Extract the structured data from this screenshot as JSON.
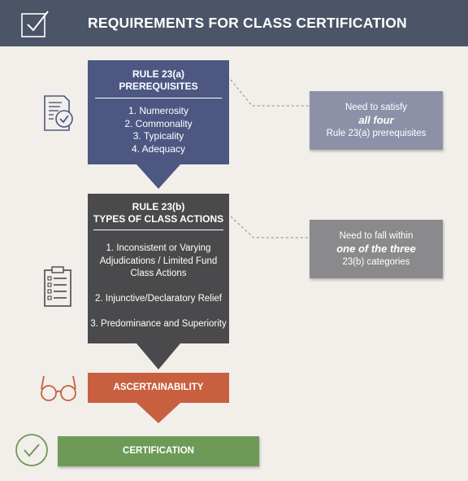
{
  "header": {
    "title": "REQUIREMENTS FOR CLASS CERTIFICATION",
    "icon": "checkbox-icon"
  },
  "rule_a": {
    "title_line1": "RULE 23(a)",
    "title_line2": "PREREQUISITES",
    "items": [
      "1. Numerosity",
      "2. Commonality",
      "3. Typicality",
      "4. Adequacy"
    ],
    "color": "#4c5882"
  },
  "note_a": {
    "line1": "Need to satisfy",
    "line2": "all four",
    "line3": "Rule 23(a) prerequisites",
    "color": "#8d91a8"
  },
  "rule_b": {
    "title_line1": "RULE 23(b)",
    "title_line2": "TYPES OF CLASS ACTIONS",
    "items": [
      [
        "1. Inconsistent or Varying",
        "Adjudications / Limited Fund",
        "Class Actions"
      ],
      [
        "2. Injunctive/Declaratory Relief"
      ],
      [
        "3. Predominance and Superiority"
      ]
    ],
    "color": "#4a4a4c"
  },
  "note_b": {
    "line1": "Need to fall within",
    "line2": "one of the three",
    "line3": "23(b) categories",
    "color": "#8a8a8c"
  },
  "ascertainability": {
    "label": "ASCERTAINABILITY",
    "color": "#c8603f"
  },
  "certification": {
    "label": "CERTIFICATION",
    "color": "#6e9a57"
  },
  "icons": [
    "document-check-icon",
    "clipboard-checklist-icon",
    "glasses-icon",
    "check-circle-icon"
  ]
}
